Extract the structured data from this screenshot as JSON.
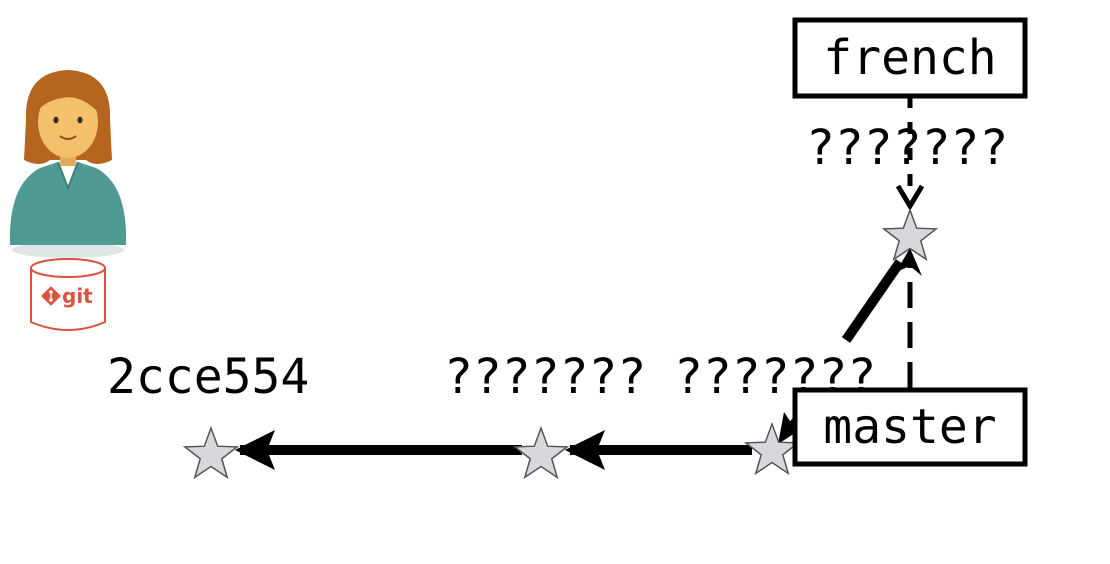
{
  "branches": {
    "french": "french",
    "master": "master"
  },
  "commits": {
    "first": "2cce554",
    "second": "???????",
    "third": "???????",
    "french_tip": "???????"
  },
  "repo": {
    "badge_text": "git"
  },
  "icons": {
    "user": "user-avatar-icon",
    "repo": "git-repository-icon",
    "commit": "star-icon"
  },
  "colors": {
    "star_fill": "#d8d8dc",
    "star_stroke": "#555555",
    "git_brand": "#d9533f",
    "avatar_shirt": "#4f9a92",
    "avatar_hair": "#b5651d",
    "avatar_skin": "#f3c06b"
  }
}
